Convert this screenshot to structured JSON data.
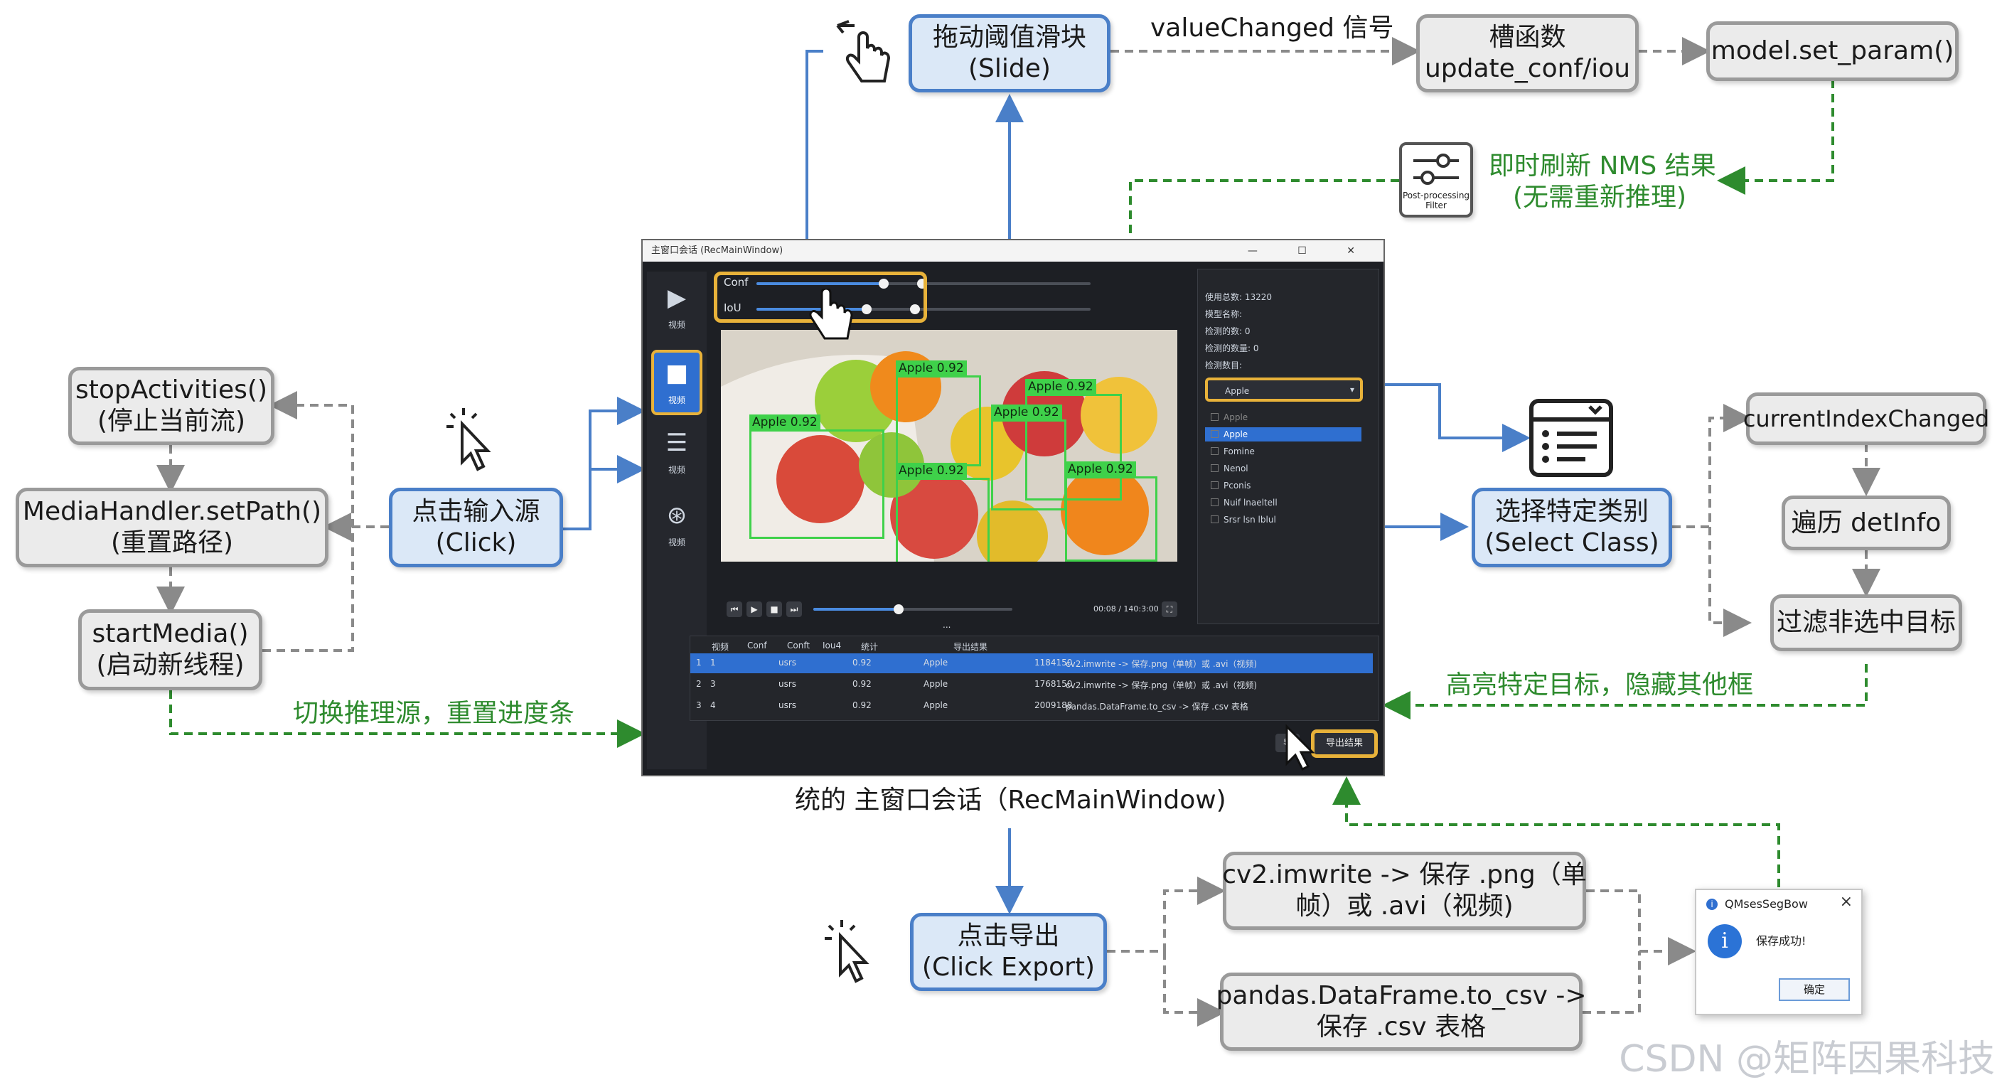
{
  "nodes": {
    "stop": {
      "l1": "stopActivities()",
      "l2": "(停止当前流)"
    },
    "media": {
      "l1": "MediaHandler.setPath()",
      "l2": "(重置路径)"
    },
    "start": {
      "l1": "startMedia()",
      "l2": "(启动新线程)"
    },
    "click_input": {
      "l1": "点击输入源",
      "l2": "(Click)"
    },
    "slide": {
      "l1": "拖动阈值滑块",
      "l2": "(Slide)"
    },
    "slot": {
      "l1": "槽函数",
      "l2": "update_conf/iou"
    },
    "model": {
      "l1": "model.set_param()"
    },
    "select": {
      "l1": "选择特定类别",
      "l2": "(Select Class)"
    },
    "cic": {
      "l1": "currentIndexChanged"
    },
    "traverse": {
      "l1": "遍历 detInfo"
    },
    "filter": {
      "l1": "过滤非选中目标"
    },
    "export": {
      "l1": "点击导出",
      "l2": "(Click Export)"
    },
    "imwrite": {
      "l1": "cv2.imwrite -> 保存 .png（单",
      "l2": "帧）或 .avi（视频)"
    },
    "tocsv": {
      "l1": "pandas.DataFrame.to_csv ->",
      "l2": "保存 .csv 表格"
    }
  },
  "labels": {
    "value_changed": "valueChanged 信号",
    "refresh_l1": "即时刷新 NMS 结果",
    "refresh_l2": "(无需重新推理)",
    "switch_src": "切换推理源，重置进度条",
    "highlight": "高亮特定目标，隐藏其他框",
    "caption": "统的 主窗口会话（RecMainWindow)",
    "pp_filter_l1": "Post-processing",
    "pp_filter_l2": "Filter",
    "watermark": "CSDN @矩阵因果科技"
  },
  "app": {
    "title": "主窗口会话 (RecMainWindow)",
    "window_controls": "— ☐ ✕",
    "sidebar": [
      "视频",
      "视频",
      "视频",
      "视频"
    ],
    "sliders": {
      "conf_label": "Conf",
      "iou_label": "IoU",
      "conf_value": 0.38,
      "iou_value": 0.33
    },
    "detections": [
      {
        "label": "Apple 0.92"
      },
      {
        "label": "Apple 0.92"
      },
      {
        "label": "Apple 0.92"
      },
      {
        "label": "Apple 0.92"
      },
      {
        "label": "Apple 0.92"
      },
      {
        "label": "Apple 0.92"
      }
    ],
    "player": {
      "time": "00:08 / 140:3:00",
      "progress": 0.43,
      "more": "..."
    },
    "info": [
      "使用总数:  13220",
      "模型名称:",
      "检测的数:  0",
      "检测的数量:  0",
      "检测数目:"
    ],
    "class_select": "Apple",
    "class_list": [
      "Apple",
      "Apple",
      "Fomine",
      "Nenol",
      "Pconis",
      "Nuif lnaeltell",
      "Srsr lsn lblul"
    ],
    "table": {
      "headers": [
        "视频",
        "Conf",
        "Conft",
        "Iou4",
        "统计",
        "导出结果"
      ],
      "rows": [
        [
          "1",
          "1",
          "usrs",
          "0.92",
          "Apple",
          "1184150",
          "cv2.imwrite -> 保存.png（单帧）或 .avi（视频)"
        ],
        [
          "2",
          "3",
          "usrs",
          "0.92",
          "Apple",
          "1768150",
          "cv2.imwrite -> 保存.png（单帧）或 .avi（视频)"
        ],
        [
          "3",
          "4",
          "usrs",
          "0.92",
          "Apple",
          "2009188",
          "pandas.DataFrame.to_csv -> 保存 .csv 表格"
        ]
      ]
    },
    "btn_small": "导",
    "btn_export": "导出结果"
  },
  "dialog": {
    "title": "QMsesSegBow",
    "message": "保存成功!",
    "ok": "确定"
  },
  "colors": {
    "blue_wire": "#4a7fc8",
    "grey_wire": "#8a8a8a",
    "green_wire": "#2e8b2e",
    "highlight": "#e8b23a",
    "box_green": "#3fd14a"
  }
}
